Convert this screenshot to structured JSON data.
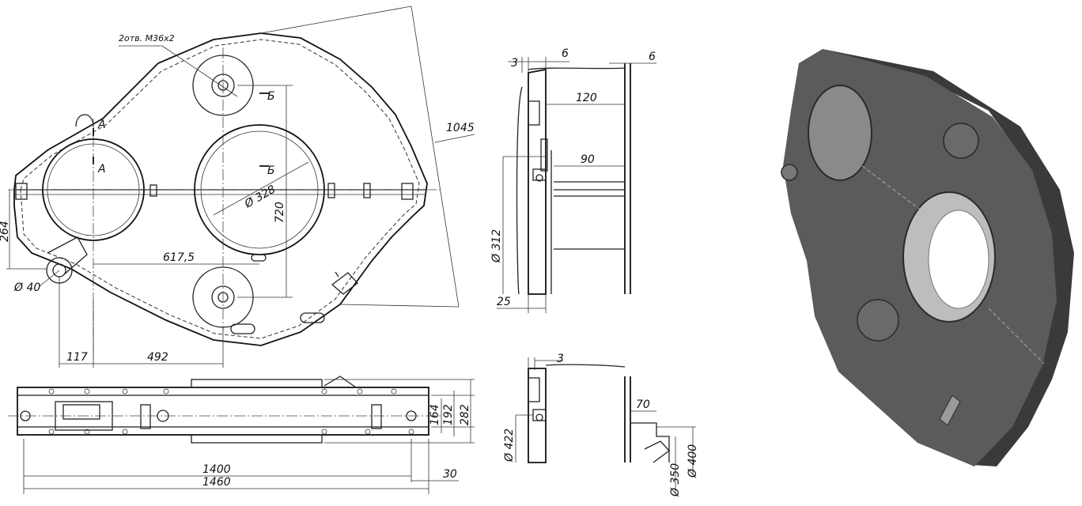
{
  "drawing": {
    "front_view": {
      "note": "2отв. М36х2",
      "section_a": "А",
      "section_b": "Б",
      "diameter_bore": "Ø 328",
      "dim_vertical_center": "720",
      "dim_overall_diagonal": "1045",
      "dim_left_height": "264",
      "diameter_small": "Ø 40",
      "dim_center_distance": "617,5",
      "dim_bottom_left": "117",
      "dim_bottom_mid": "492"
    },
    "bottom_view": {
      "dim_inner_length": "1400",
      "dim_overall_length": "1460",
      "dim_offset": "30",
      "dim_h1": "164",
      "dim_h2": "192",
      "dim_h3": "282"
    },
    "section_upper": {
      "dim_wall_left": "3",
      "dim_wall_right": "6",
      "dim_wall_far": "6",
      "dim_depth": "120",
      "dim_inner": "90",
      "diameter": "Ø 312",
      "dim_bottom": "25"
    },
    "section_lower": {
      "dim_wall": "3",
      "diameter_left": "Ø 422",
      "dim_step": "70",
      "diameter_a": "Ø 350",
      "diameter_b": "Ø 400"
    }
  }
}
